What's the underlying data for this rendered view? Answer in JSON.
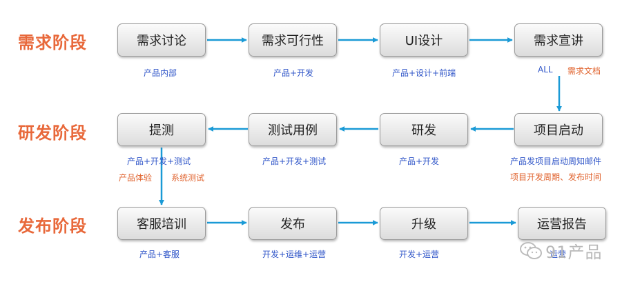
{
  "phases": {
    "demand": "需求阶段",
    "rd": "研发阶段",
    "release": "发布阶段"
  },
  "row1": {
    "b1": "需求讨论",
    "l1": "产品内部",
    "b2": "需求可行性",
    "l2": "产品+开发",
    "b3": "UI设计",
    "l3": "产品+设计+前端",
    "b4": "需求宣讲",
    "l4a": "ALL",
    "l4b": "需求文档"
  },
  "row2": {
    "b1": "提测",
    "l1": "产品+开发+测试",
    "l1b": "产品体验",
    "l1c": "系统测试",
    "b2": "测试用例",
    "l2": "产品+开发+测试",
    "b3": "研发",
    "l3": "产品+开发",
    "b4": "项目启动",
    "l4a": "产品发项目启动周知邮件",
    "l4b": "项目开发周期、发布时间"
  },
  "row3": {
    "b1": "客服培训",
    "l1": "产品+客服",
    "b2": "发布",
    "l2": "开发+运维+运营",
    "b3": "升级",
    "l3": "开发+运营",
    "b4": "运营报告",
    "l4": "运营"
  },
  "watermark": {
    "text": "91产品"
  },
  "colors": {
    "arrow": "#1a9ad6",
    "phase": "#e8683a",
    "label_blue": "#2f55c8",
    "label_orange": "#e0632e"
  }
}
